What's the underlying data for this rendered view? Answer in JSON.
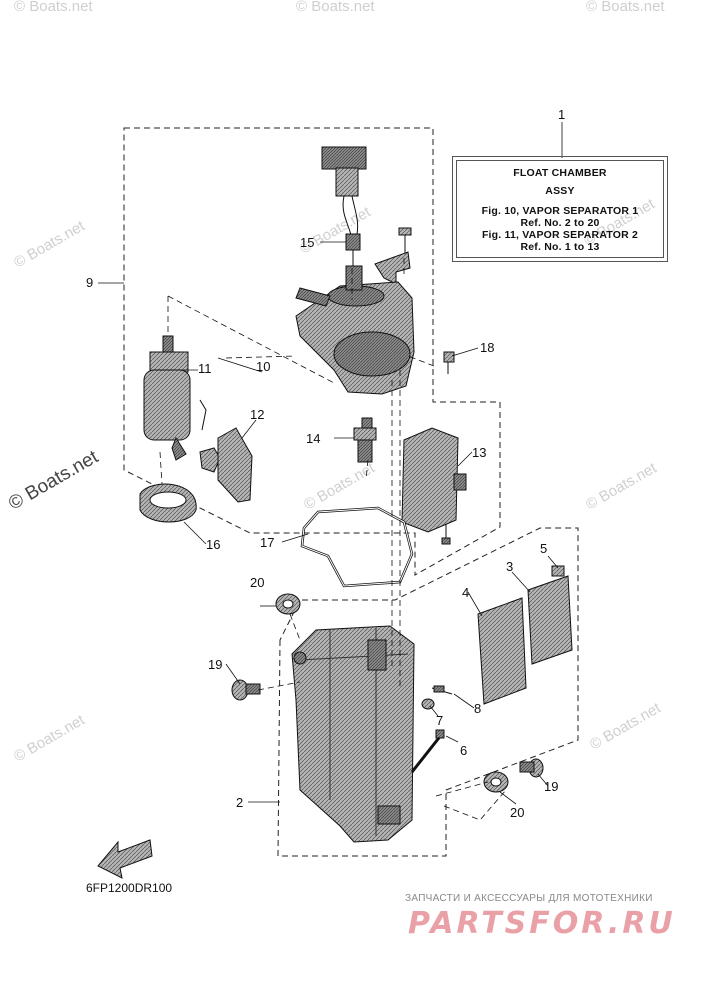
{
  "infobox": {
    "title_line1": "FLOAT CHAMBER",
    "title_line2": "ASSY",
    "ref1": "Fig. 10, VAPOR SEPARATOR 1",
    "ref1_detail": "Ref. No. 2 to 20",
    "ref2": "Fig. 11, VAPOR SEPARATOR 2",
    "ref2_detail": "Ref. No. 1 to 13"
  },
  "callouts": {
    "c1": "1",
    "c2": "2",
    "c3": "3",
    "c4": "4",
    "c5": "5",
    "c6": "6",
    "c7": "7",
    "c8": "8",
    "c9": "9",
    "c10": "10",
    "c11": "11",
    "c12": "12",
    "c13": "13",
    "c14": "14",
    "c15": "15",
    "c16": "16",
    "c17": "17",
    "c18": "18",
    "c19a": "19",
    "c19b": "19",
    "c20a": "20",
    "c20b": "20"
  },
  "diagram_code": "6FP1200DR100",
  "watermarks": {
    "boats_net": "© Boats.net",
    "boats_net_big": "© Boats.net"
  },
  "footer": {
    "subtitle": "ЗАПЧАСТИ И АКСЕССУАРЫ ДЛЯ МОТОТЕХНИКИ",
    "brand": "PARTSFOR.RU"
  },
  "colors": {
    "line": "#111111",
    "part_fill": "#8a8a8a",
    "brand_pink": "#e9a0a6",
    "watermark_gray": "#cfcfcf"
  }
}
